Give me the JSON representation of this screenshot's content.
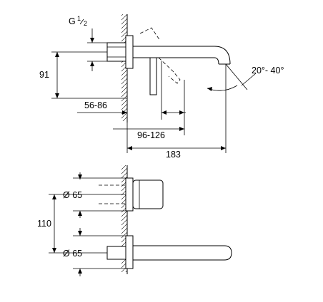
{
  "labels": {
    "thread": "G",
    "thread_num": "1",
    "thread_den": "2",
    "height_91": "91",
    "range_56_86": "56-86",
    "range_96_126": "96-126",
    "length_183": "183",
    "angle": "20°- 40°",
    "dia_top": "Ø 65",
    "spacing_110": "110",
    "dia_bottom": "Ø 65"
  }
}
